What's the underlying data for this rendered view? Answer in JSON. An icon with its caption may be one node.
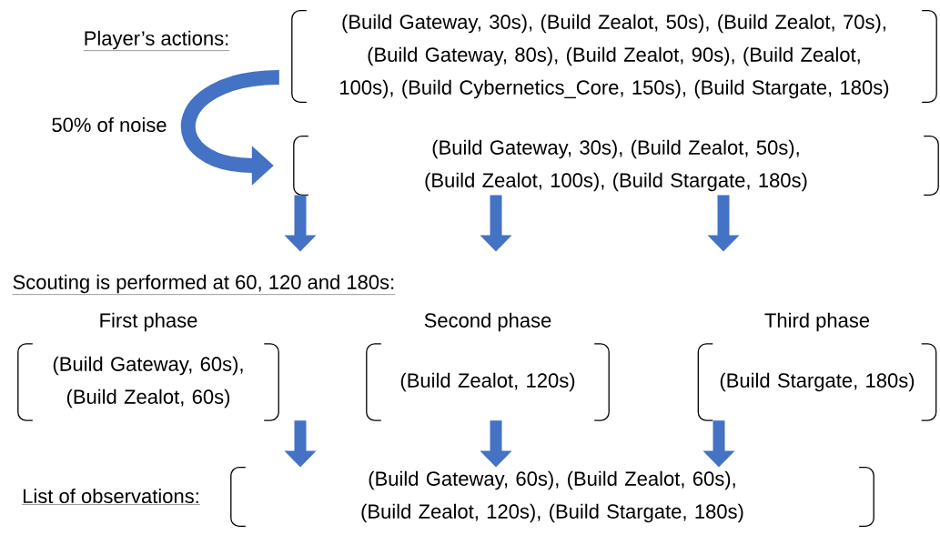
{
  "diagram": {
    "nodes": [
      {
        "text": [
          "(Build Gateway, 30s), (Build Zealot, 50s), (Build Zealot, 70s), (Build Gateway, 80s), (Build Zealot, 90s), (Build Zealot, 100s), (Build Cybernetics_Core, 150s), (Build Stargate, 180s)"
        ],
        "beside": [
          "Player’s actions:"
        ]
      },
      {
        "text": [
          "(Build Gateway, 30s), (Build Zealot, 50s), (Build Zealot, 100s), (Build Stargate, 180s)"
        ]
      },
      {
        "text": [
          "First phase",
          "(Build Gateway, 60s), (Build Zealot, 60s)"
        ]
      },
      {
        "text": [
          "Second phase",
          "(Build Zealot, 120s)"
        ]
      },
      {
        "text": [
          "Third phase",
          "(Build Stargate, 180s)"
        ]
      },
      {
        "text": [
          "(Build Gateway, 60s), (Build Zealot, 60s), (Build Zealot, 120s), (Build Stargate, 180s)"
        ],
        "beside": [
          "List of observations:"
        ]
      }
    ],
    "edges": [
      {
        "from": 0,
        "to": 1,
        "arrow": "to",
        "label": "50% of noise"
      },
      {
        "from": 1,
        "to": null,
        "arrow": "to"
      },
      {
        "from": 1,
        "to": null,
        "arrow": "to"
      },
      {
        "from": 1,
        "to": null,
        "arrow": "to"
      },
      {
        "from": 2,
        "to": 5,
        "arrow": "to"
      },
      {
        "from": 3,
        "to": 5,
        "arrow": "to"
      },
      {
        "from": 4,
        "to": 5,
        "arrow": "to"
      }
    ],
    "labels": [
      "Scouting is performed at 60, 120 and 180s:"
    ]
  }
}
